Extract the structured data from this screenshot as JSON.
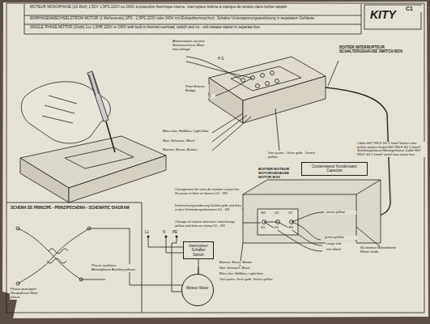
{
  "diagram": {
    "nodes": [
      {
        "text": [
          "Interrupteur Schalter Switch"
        ]
      },
      {
        "text": [
          "Moteur Motor"
        ]
      },
      {
        "text": [
          "Condensateur Kondensator Capacitor"
        ]
      }
    ],
    "edges": [
      {
        "from": 0,
        "to": 1,
        "arrow": "none"
      }
    ],
    "labels": [
      "MOTEUR MONOPHASE (10 Weif) 1,5CV 1,5PS 220V ou 240V à protection thermique interne, interrupteur bobine à manque de tension dans boîtier séparé",
      "EINPHASENWECHSELSTROM MOTOR (1 Wellenende) 1PS - 1,5PS 220V oder 240V mit Einbauthermoschutz, Schalter Unterspannungsauslösung in separatem Gehäuse",
      "SINGLE PHASE MOTOR (10wh) 1cv 1,5HP 220V or 240V with built in thermal overload, switch and no - volt release starter in separate box",
      "KITY",
      "C1",
      "Alimentation secteur Netzanschluss Main low voltage",
      "P S",
      "Pont Brücke Bridge",
      "N",
      "BOITIER INTERRUPTEUR SCHALTERGEHÄUSE SWITCH BOX",
      "Bleu clair, Hellblau, Light blue",
      "Noir, Schwarz, Black",
      "Marron, Braun, Brown",
      "Vert jaune - Grün gelb - Green yellow",
      "BOITIER MOTEUR MOTORGEHÄUSE MOTOR BOX",
      "Câble H07 RN-F 4G 1,5mm² boîtier inter. boîtier moteur Kabel H07 RN-F 4G 1,5mm² Schaltergehäuse Motorgehäuse Cable H07 RN-F 4G 1,5mm² switch box motor box",
      "SCHEMA DE PRINCIPE - PRINZIPSCHEMA - SCHEMATIC DIAGRAM",
      "L1",
      "N",
      "PE",
      "Phase principale Hauptphase Main phase",
      "Phase auxiliaire Anlaufphase Auxiliary phase",
      "Changement du sens de rotation croiser les fils jaune et bleu en bornes U1 - W1",
      "Drehrichtungsänderung Drähte gelb und blau in den Verbindungsklemmen U1 - W1",
      "Change of rotation direction: interchange yellow and blue on clamp U1 - W1",
      "Marron, Braun, Brown",
      "Noir, Schwarz, Black",
      "Bleu clair, Hellblau, Light blue",
      "Vert-jaune, Grün-gelb, Green-yellow",
      "green-yellow",
      "rouge red",
      "noir black",
      "jaune yellow",
      "fils moteur Motordrähte Motor leads",
      "W2",
      "U2",
      "V2",
      "U1",
      "V1",
      "W1"
    ]
  }
}
